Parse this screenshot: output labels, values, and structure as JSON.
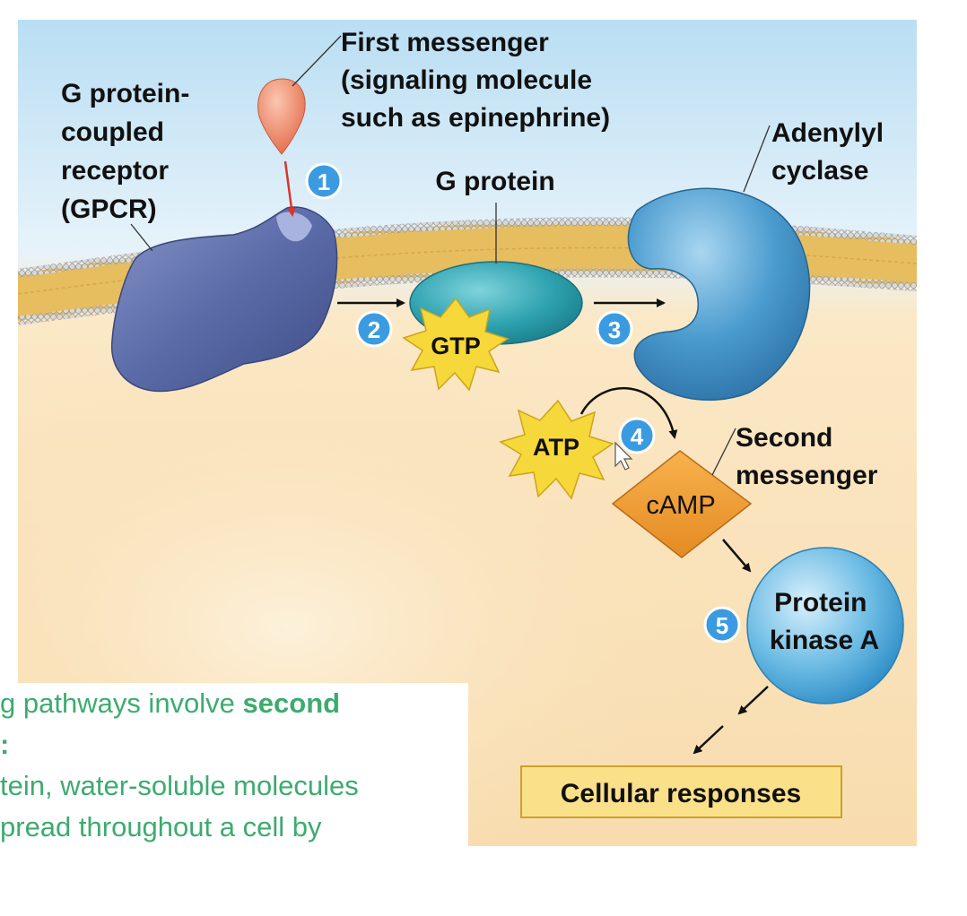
{
  "diagram": {
    "labels": {
      "gpcr": [
        "G protein-",
        "coupled",
        "receptor",
        "(GPCR)"
      ],
      "first_messenger": [
        "First messenger",
        "(signaling molecule",
        "such as epinephrine)"
      ],
      "g_protein": "G protein",
      "adenylyl_cyclase": [
        "Adenylyl",
        "cyclase"
      ],
      "second_messenger": [
        "Second",
        "messenger"
      ],
      "gtp": "GTP",
      "atp": "ATP",
      "camp": "cAMP",
      "protein_kinase_a": [
        "Protein",
        "kinase A"
      ],
      "cellular_responses": "Cellular responses"
    },
    "steps": [
      "1",
      "2",
      "3",
      "4",
      "5"
    ]
  },
  "caption": {
    "line1_prefix": "g pathways involve ",
    "line1_bold": "second",
    "line2_bold": ":",
    "line3": "tein, water-soluble molecules",
    "line4": "pread throughout a cell by"
  },
  "colors": {
    "sky": "#cfe9f7",
    "cytoplasm": "#f7dfb3",
    "membrane": "#e6bd5f",
    "gpcr": "#5a6ba8",
    "g_protein": "#2fa3b0",
    "adenylyl_cyclase": "#3f8fc4",
    "camp": "#f29a2e",
    "protein_kinase_a": "#4aa8d8",
    "starburst": "#f7d83a",
    "step_badge": "#3b9be0",
    "caption_text": "#3dab6f"
  }
}
